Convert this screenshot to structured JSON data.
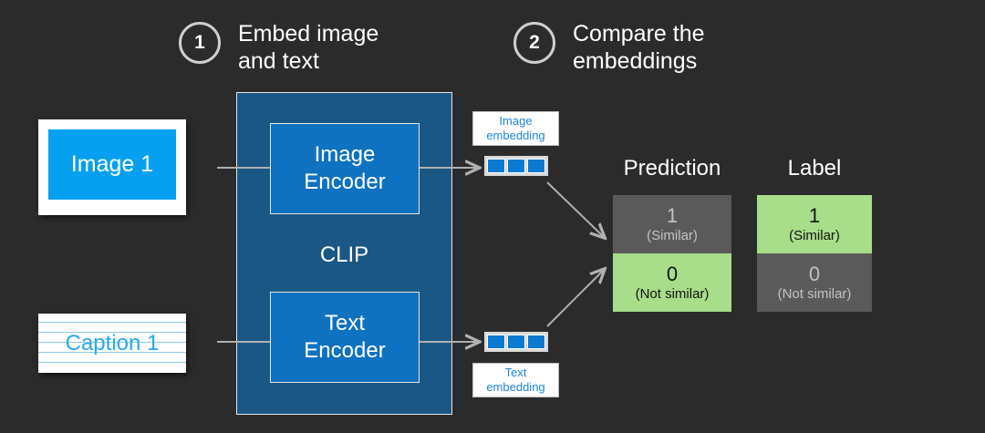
{
  "background_color": "#2b2b2b",
  "steps": [
    {
      "number": "1",
      "text": "Embed image\nand text"
    },
    {
      "number": "2",
      "text": "Compare the\nembeddings"
    }
  ],
  "inputs": {
    "image": {
      "label": "Image 1",
      "fill_color": "#07a0f0"
    },
    "caption": {
      "label": "Caption 1",
      "text_color": "#28a8f0",
      "rule_color": "#8ecbe8",
      "rule_count": 6
    }
  },
  "model": {
    "name": "CLIP",
    "container_color": "#1b5784",
    "encoder_color": "#0f72c0",
    "encoders": [
      {
        "label": "Image\nEncoder"
      },
      {
        "label": "Text\nEncoder"
      }
    ]
  },
  "embeddings": [
    {
      "label": "Image\nembedding",
      "cells": 3,
      "cell_color": "#0b7ad1"
    },
    {
      "label": "Text\nembedding",
      "cells": 3,
      "cell_color": "#0b7ad1"
    }
  ],
  "comparison": {
    "columns": [
      {
        "title": "Prediction",
        "rows": [
          {
            "value": "1",
            "caption": "(Similar)",
            "state": "gray"
          },
          {
            "value": "0",
            "caption": "(Not similar)",
            "state": "green"
          }
        ]
      },
      {
        "title": "Label",
        "rows": [
          {
            "value": "1",
            "caption": "(Similar)",
            "state": "green"
          },
          {
            "value": "0",
            "caption": "(Not similar)",
            "state": "gray"
          }
        ]
      }
    ],
    "colors": {
      "gray": "#5a5a5a",
      "green": "#a8dd8a"
    }
  },
  "connectors": {
    "line_color": "#b0b0b0"
  }
}
